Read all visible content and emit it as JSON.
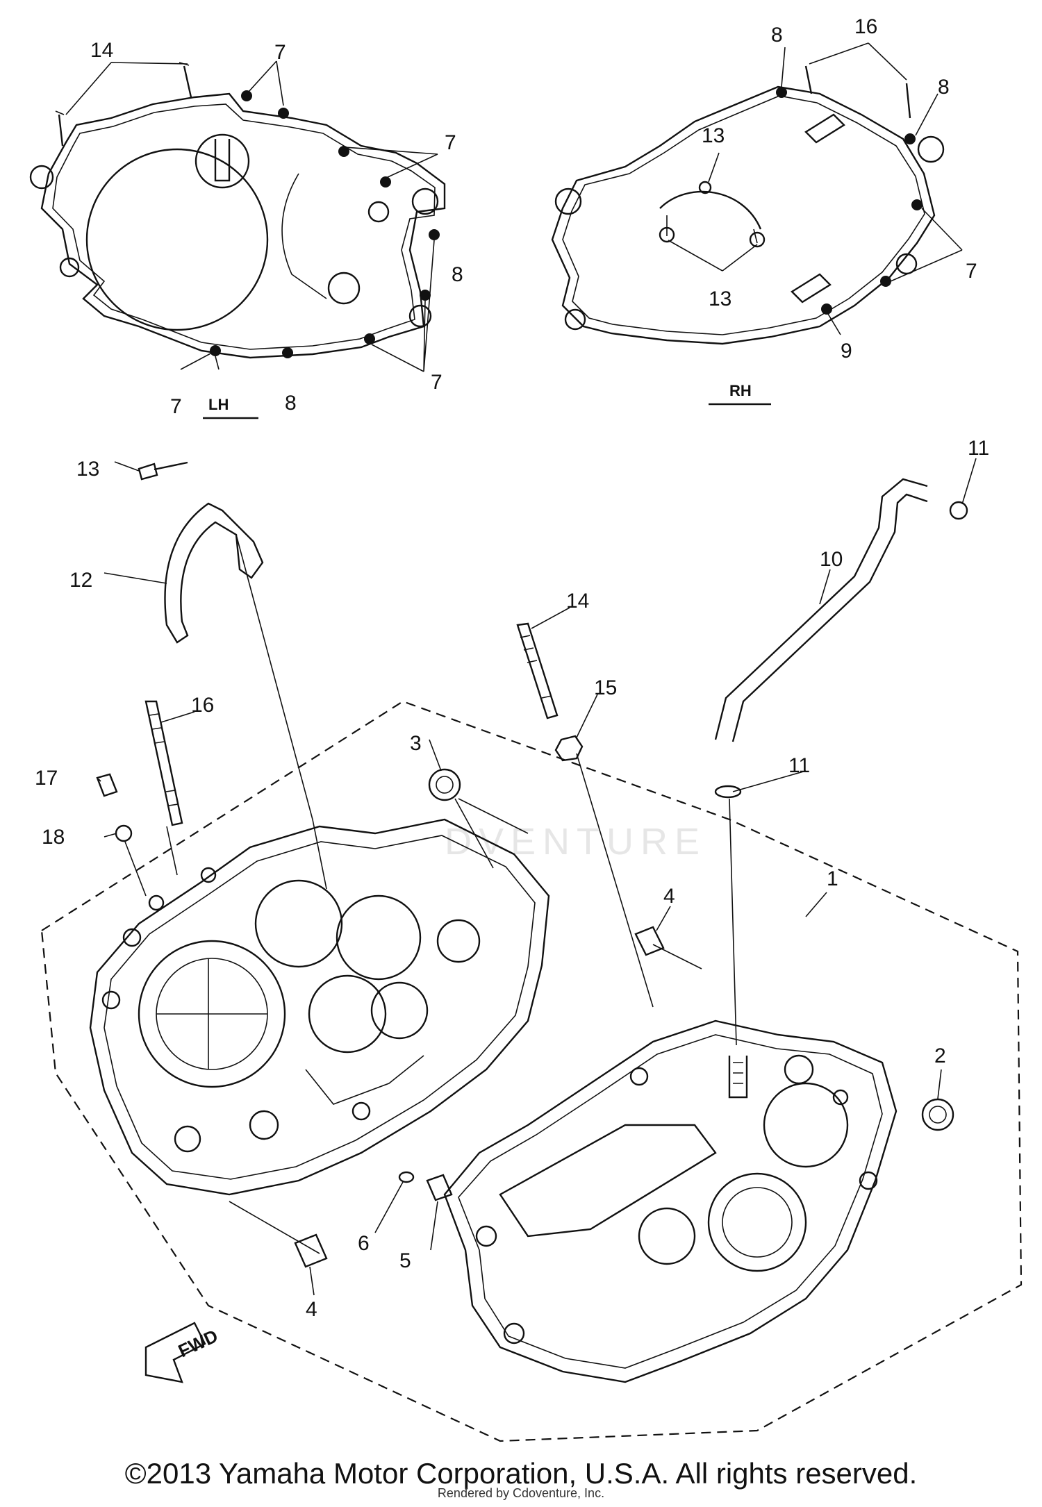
{
  "diagram": {
    "side_labels": {
      "left": "LH",
      "right": "RH"
    },
    "fwd_label": "FWD",
    "watermark": "DVENTURE",
    "callouts": [
      "14",
      "7",
      "7",
      "8",
      "8",
      "7",
      "8",
      "7",
      "8",
      "16",
      "8",
      "13",
      "13",
      "7",
      "9",
      "13",
      "12",
      "11",
      "10",
      "14",
      "15",
      "16",
      "17",
      "18",
      "3",
      "11",
      "1",
      "4",
      "2",
      "6",
      "5",
      "4"
    ]
  },
  "footer": {
    "copyright": "©2013 Yamaha Motor Corporation, U.S.A. All rights reserved.",
    "rendered": "Rendered by Cdoventure, Inc."
  }
}
